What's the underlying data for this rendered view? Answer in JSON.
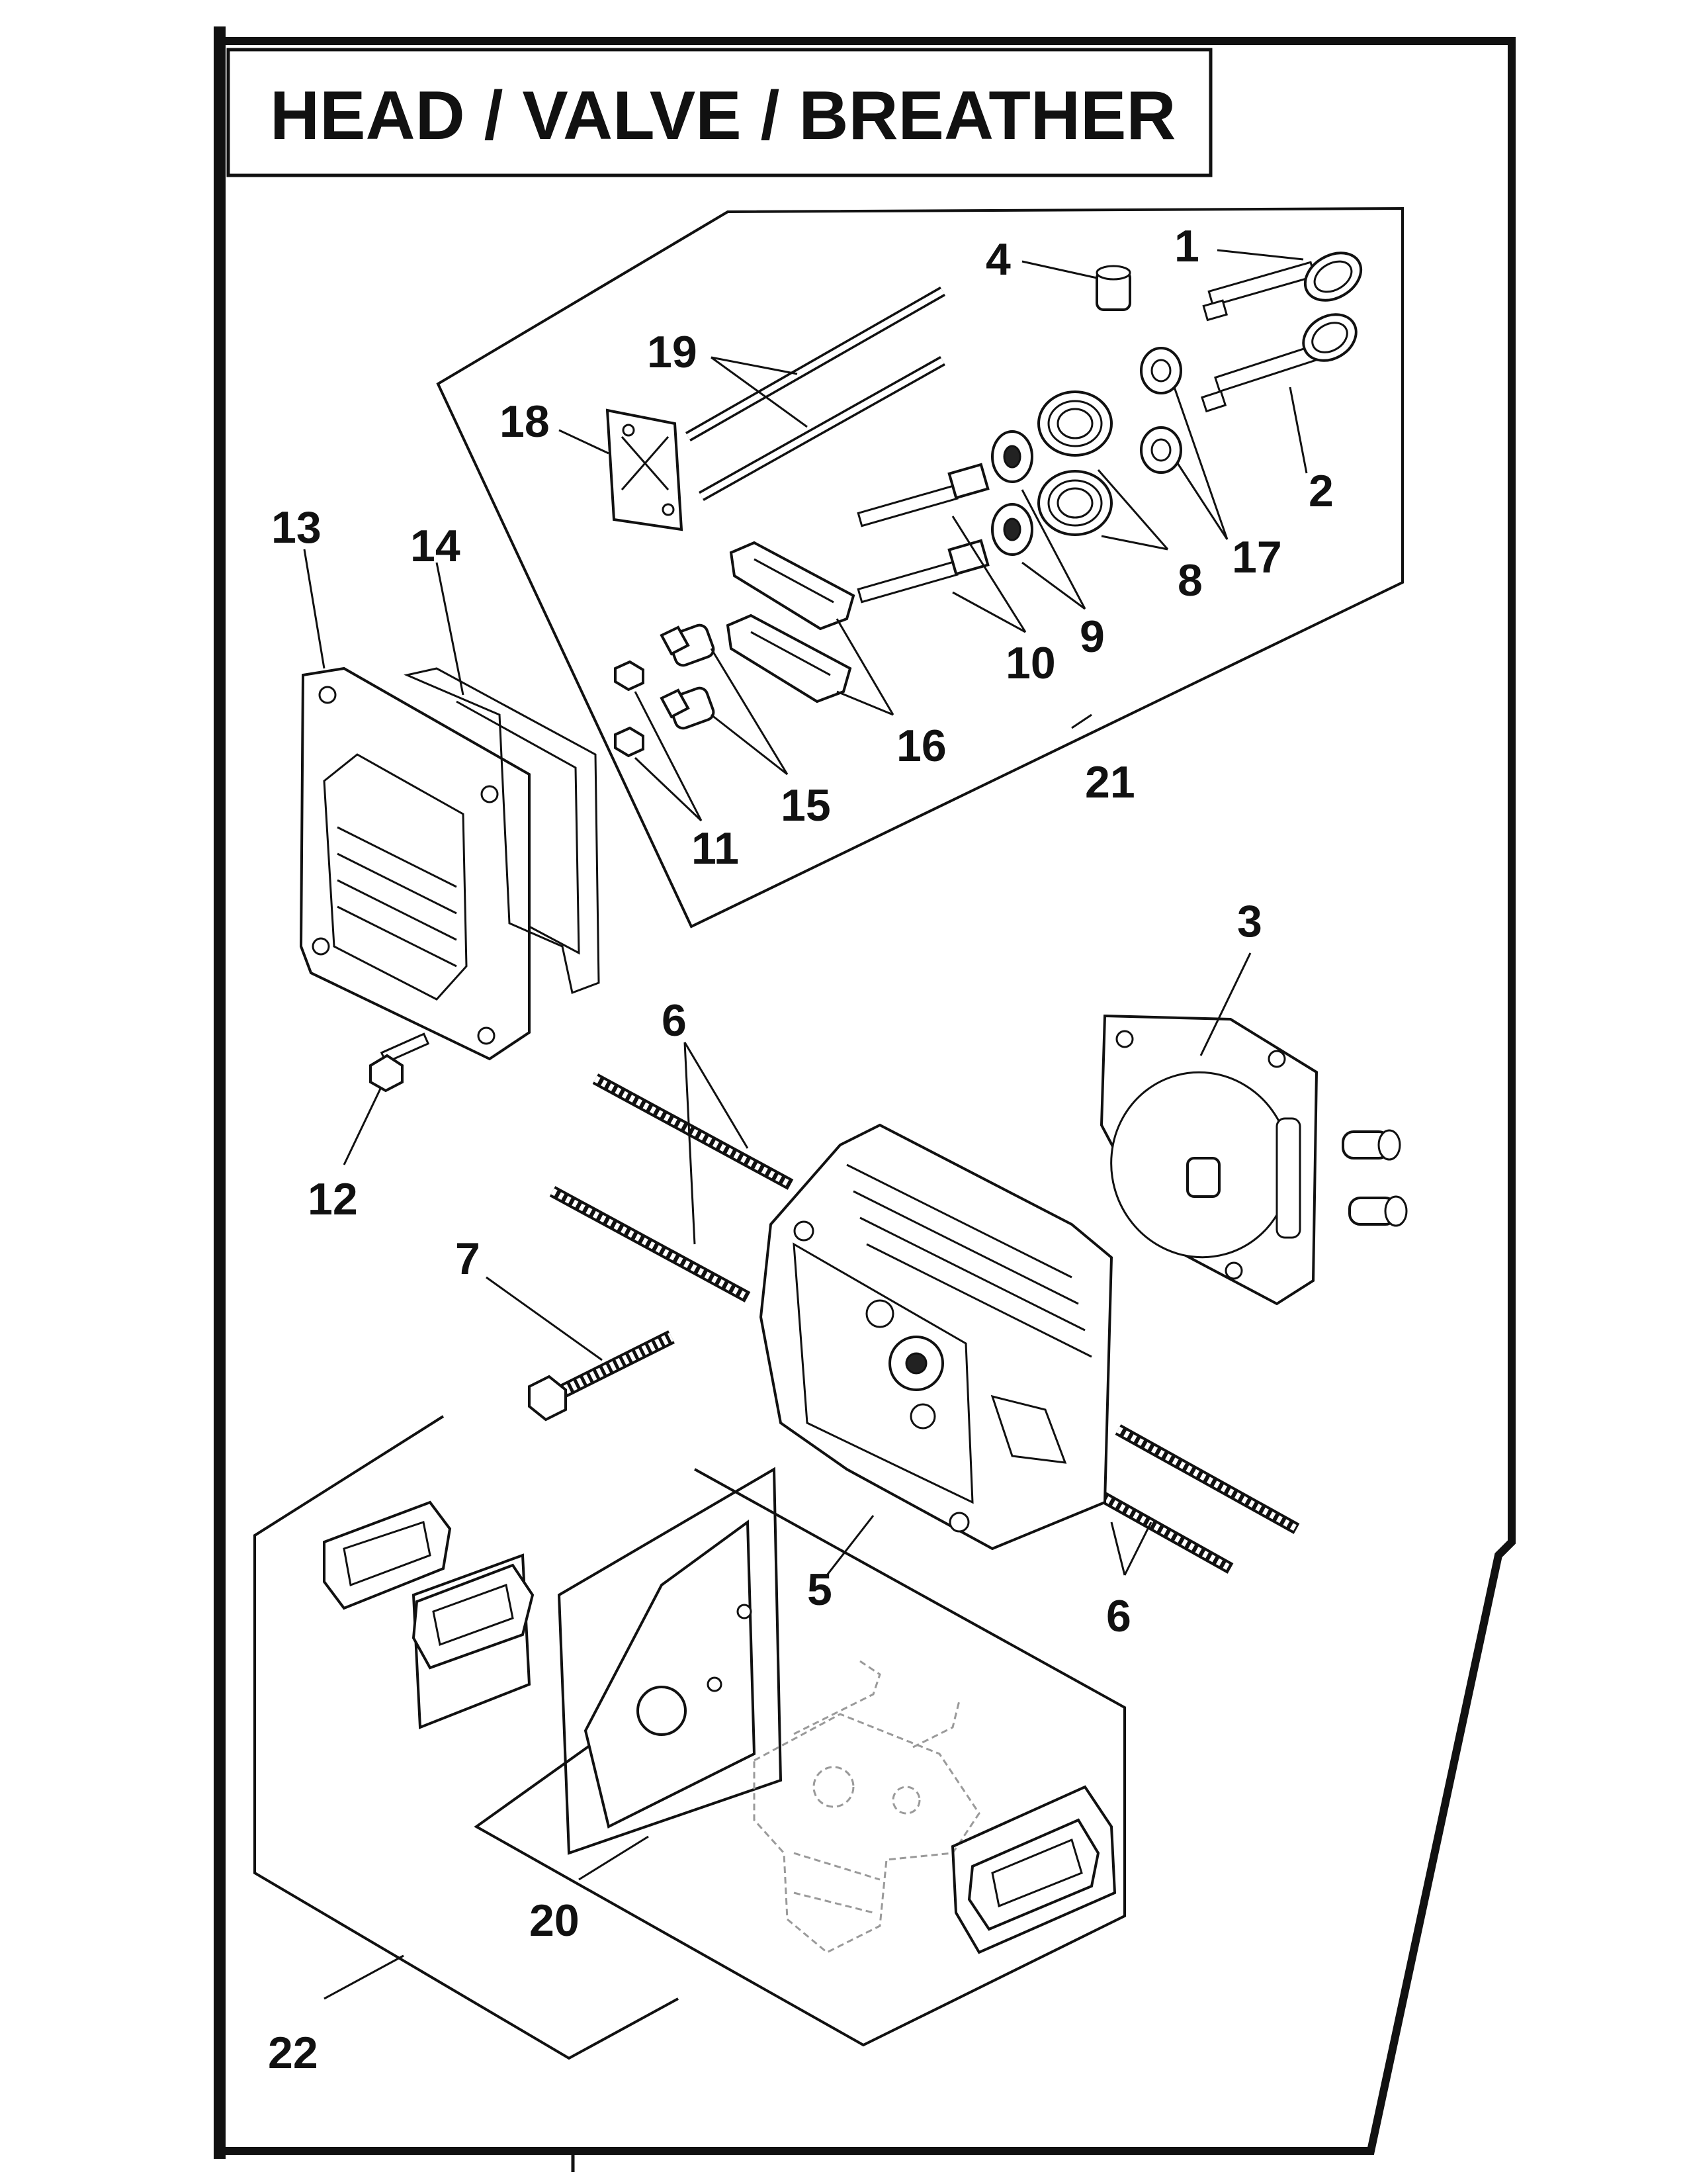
{
  "title": "HEAD / VALVE / BREATHER",
  "callouts": [
    {
      "label": "1"
    },
    {
      "label": "2"
    },
    {
      "label": "3"
    },
    {
      "label": "4"
    },
    {
      "label": "5"
    },
    {
      "label": "6"
    },
    {
      "label": "6"
    },
    {
      "label": "7"
    },
    {
      "label": "8"
    },
    {
      "label": "9"
    },
    {
      "label": "10"
    },
    {
      "label": "11"
    },
    {
      "label": "12"
    },
    {
      "label": "13"
    },
    {
      "label": "14"
    },
    {
      "label": "15"
    },
    {
      "label": "16"
    },
    {
      "label": "17"
    },
    {
      "label": "18"
    },
    {
      "label": "19"
    },
    {
      "label": "20"
    },
    {
      "label": "21"
    },
    {
      "label": "22"
    }
  ],
  "colors": {
    "ink": "#111111",
    "paper": "#ffffff",
    "ghost": "#9a9a9a"
  }
}
